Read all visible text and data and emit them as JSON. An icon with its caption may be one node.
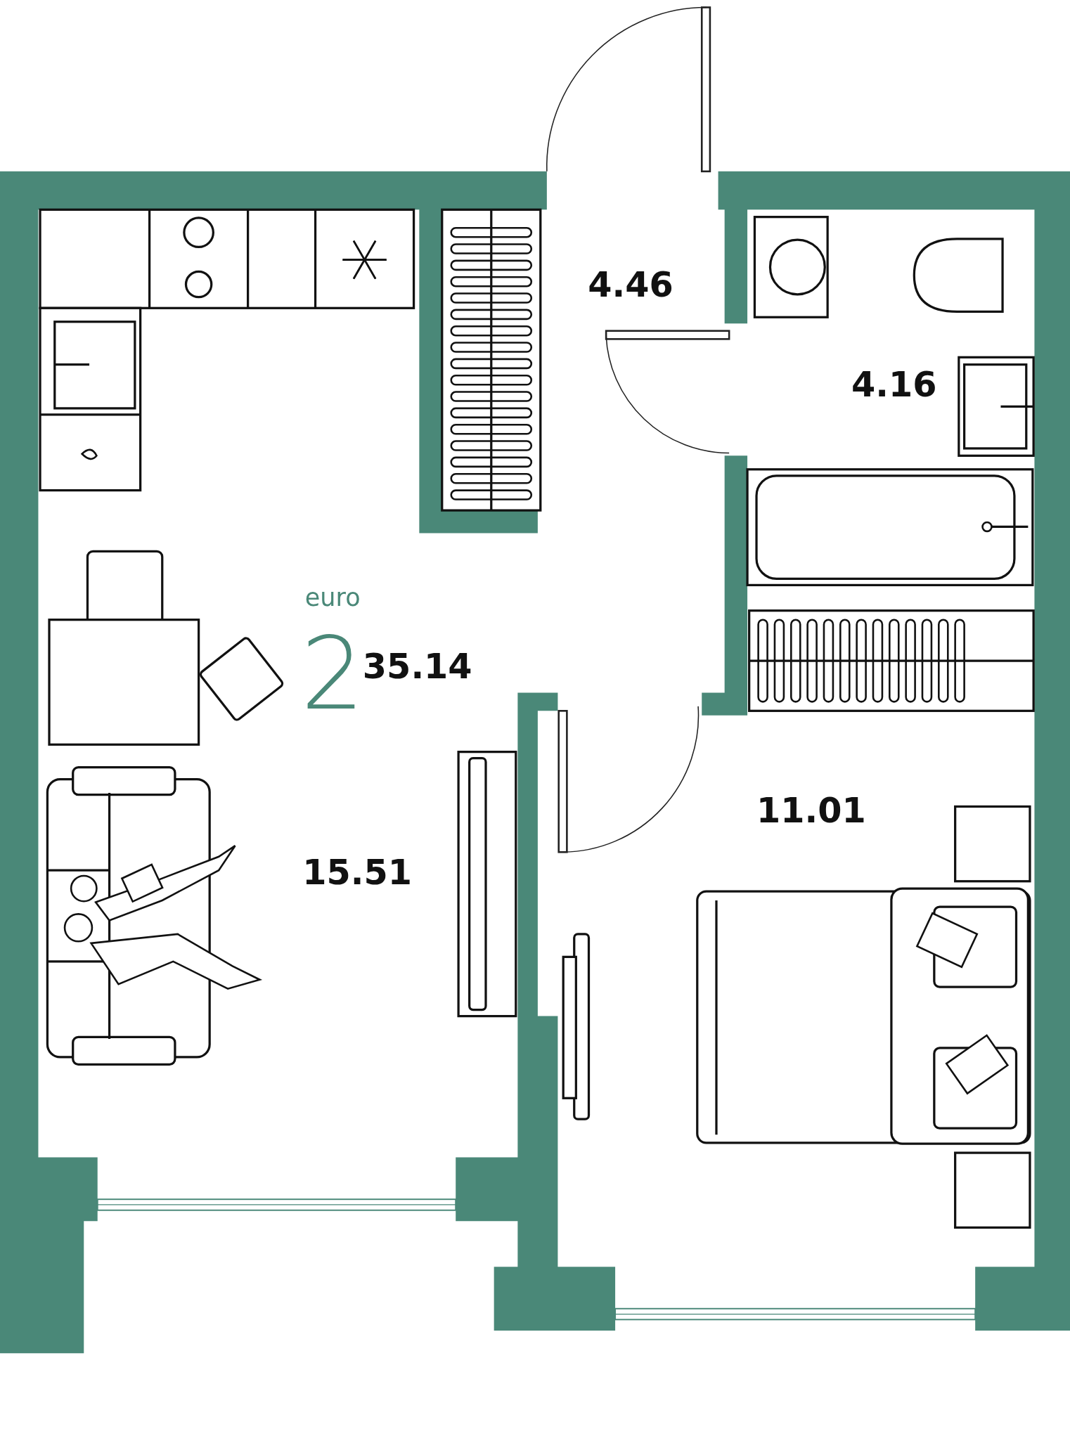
{
  "diagram": {
    "labels": [
      "4.46",
      "4.16",
      "euro",
      "2",
      "35.14",
      "11.01",
      "15.51"
    ]
  }
}
